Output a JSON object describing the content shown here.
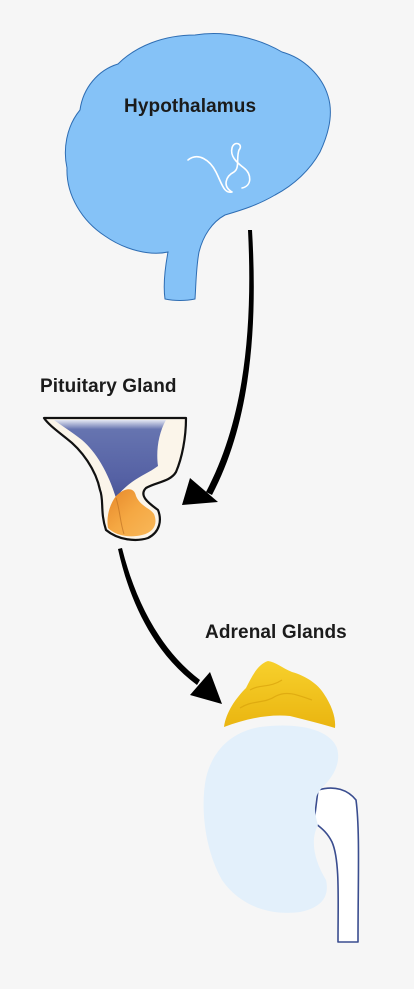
{
  "labels": {
    "hypothalamus": "Hypothalamus",
    "pituitary": "Pituitary Gland",
    "adrenal": "Adrenal Glands"
  },
  "colors": {
    "background": "#f6f6f6",
    "brain": "#85c2f7",
    "brain_outline": "#2e6db3",
    "pituitary_blue": "#5b69a8",
    "pituitary_orange": "#f4a640",
    "pituitary_cream": "#fbf5ea",
    "adrenal_yellow": "#f5c419",
    "kidney": "#e3f0fb",
    "kidney_outline": "#3a4d8f",
    "arrow": "#000000"
  },
  "icons": {
    "brain": "brain-icon",
    "pituitary": "pituitary-icon",
    "adrenal": "adrenal-gland-icon",
    "kidney": "kidney-icon"
  }
}
